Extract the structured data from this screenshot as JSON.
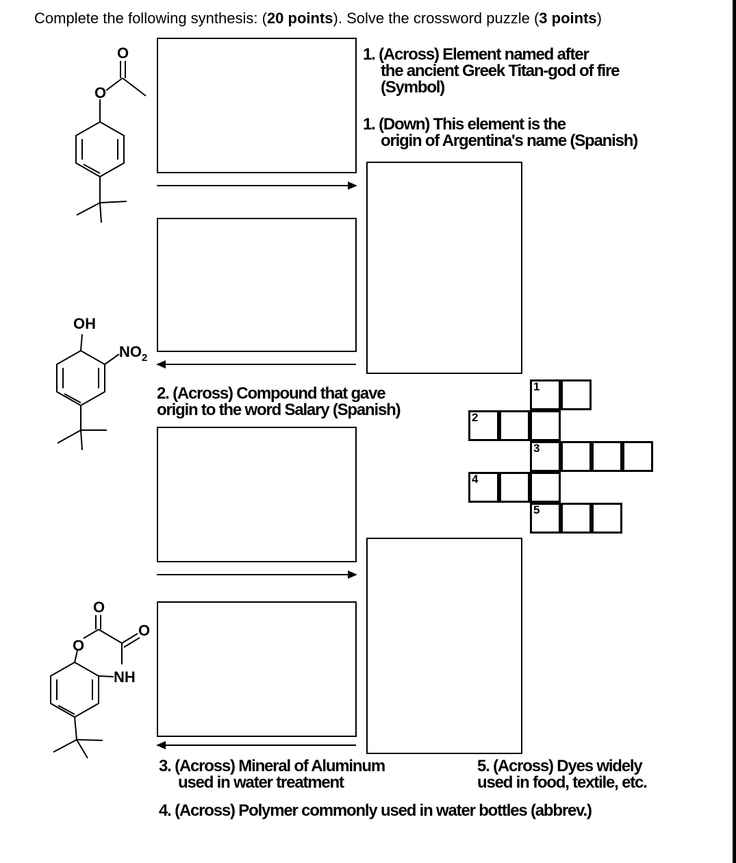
{
  "header": {
    "prefix": "Complete the following synthesis: (",
    "points_synthesis": "20 points",
    "middle": "). Solve the crossword puzzle (",
    "points_crossword": "3 points",
    "suffix": ")"
  },
  "clues": {
    "c1_across_l1": "1. (Across) Element named after",
    "c1_across_l2": "the ancient Greek Titan-god of fire",
    "c1_across_l3": "(Symbol)",
    "c1_down_l1": "1. (Down) This element is the",
    "c1_down_l2": "origin of Argentina's name (Spanish)",
    "c2_across_l1": "2. (Across) Compound that gave",
    "c2_across_l2": "origin to the word Salary (Spanish)",
    "c3_across_l1": "3. (Across) Mineral of Aluminum",
    "c3_across_l2": "used in water treatment",
    "c5_across_l1": "5. (Across) Dyes widely",
    "c5_across_l2": "used in food, textile, etc.",
    "c4_across_l1": "4. (Across) Polymer commonly used in water bottles (abbrev.)"
  },
  "crossword": {
    "num1": "1",
    "num2": "2",
    "num3": "3",
    "num4": "4",
    "num5": "5"
  },
  "molecules": {
    "m1_carbonyl_o": "O",
    "m1_ester_o": "O",
    "m2_oh": "OH",
    "m2_no2": "NO",
    "m2_no2_sub": "2",
    "m3_carbonyl_o1": "O",
    "m3_carbonyl_o2": "O",
    "m3_ring_o": "O",
    "m3_nh": "NH"
  }
}
